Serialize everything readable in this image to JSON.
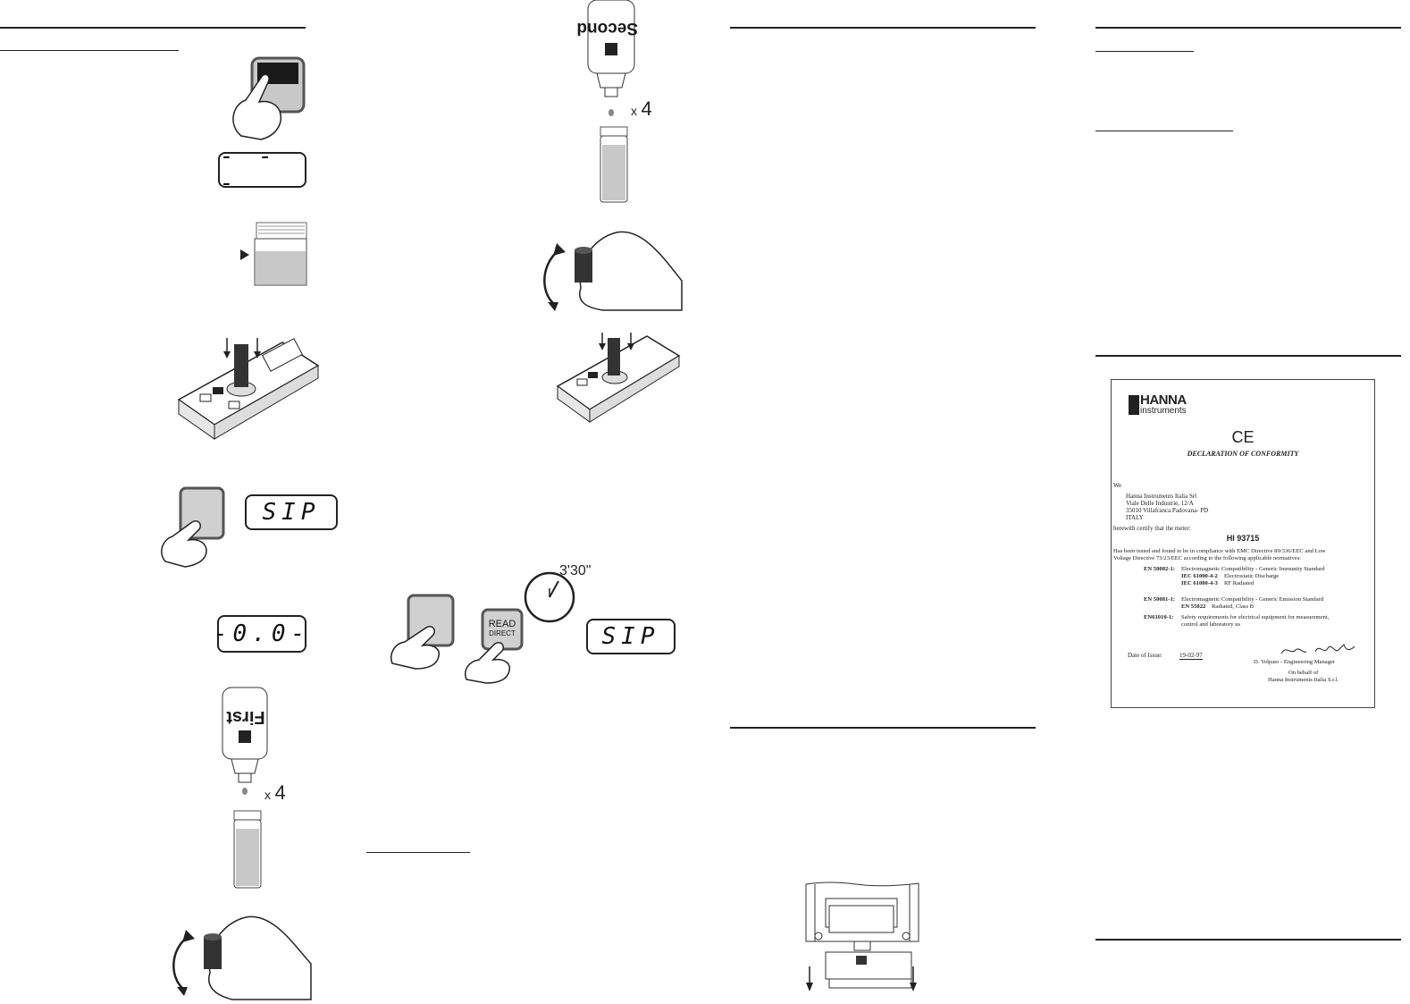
{
  "panel1": {
    "display_blank": "- - -",
    "display_sip": "SIP",
    "display_zero": "-0.0-",
    "first_bottle_label": "First",
    "first_drops": {
      "x": "x",
      "count": "4"
    }
  },
  "panel2": {
    "second_bottle_label": "Second",
    "second_drops": {
      "x": "x",
      "count": "4"
    },
    "timer_label": "3'30\"",
    "read_direct_label_1": "READ",
    "read_direct_label_2": "DIRECT",
    "display_sip": "SIP"
  },
  "declaration": {
    "brand_line1": "HANNA",
    "brand_line2": "instruments",
    "ce_mark": "CE",
    "title": "DECLARATION OF CONFORMITY",
    "we": "We",
    "address": [
      "Hanna Instruments Italia Srl",
      "Viale Delle Industrie, 12/A",
      "35010 Villafranca Padovana- PD",
      "ITALY"
    ],
    "certify": "herewith certify that the  meter:",
    "model": "HI 93715",
    "compliance_1": "Has been tested and found to be in compliance with EMC Directive 89/336/EEC and Low",
    "compliance_2": "Voltage Directive 73/23/EEC according to the following applicable normatives:",
    "std1_code": "EN 50082-1:",
    "std1_desc": "Electromagnetic Compatibility - Generic Immunity Standard",
    "std1a_code": "IEC 61000-4-2",
    "std1a_desc": "Electrostatic Discharge",
    "std1b_code": "IEC 61000-4-3",
    "std1b_desc": "RF Radiated",
    "std2_code": "EN 50081-1:",
    "std2_desc": "Electromagnetic Compatibility - Generic Emission Standard",
    "std2a_code": "EN 55022",
    "std2a_desc": "Radiated, Class B",
    "std3_code": "EN61010-1:",
    "std3_desc_1": "Safety requirements for electrical equipment for measurement,",
    "std3_desc_2": "control and laboratory us",
    "date_label": "Date of Issue:",
    "date_value": "19-02-97",
    "signer": "D. Volpato - Engineering Manager",
    "behalf_1": "On behalf of",
    "behalf_2": "Hanna Instruments Italia S.r.l."
  },
  "colors": {
    "ink": "#1a1a1a",
    "gray_fill": "#c8c8c8",
    "dark_fill": "#333333"
  }
}
